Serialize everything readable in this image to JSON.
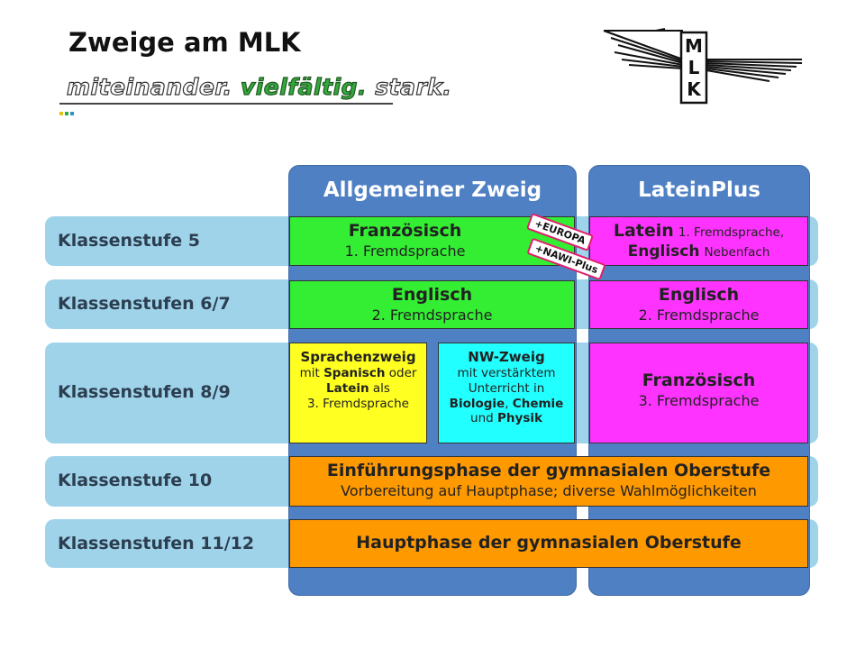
{
  "header": {
    "title": "Zweige am MLK",
    "slogan_1": "miteinander.",
    "slogan_2": "vielfältig.",
    "slogan_3": "stark.",
    "logo_letters": [
      "M",
      "L",
      "K"
    ]
  },
  "columns": {
    "allgemein": "Allgemeiner Zweig",
    "latein": "LateinPlus"
  },
  "rows": {
    "r5": "Klassenstufe 5",
    "r67": "Klassenstufen 6/7",
    "r89": "Klassenstufen 8/9",
    "r10": "Klassenstufe 10",
    "r1112": "Klassenstufen 11/12"
  },
  "cells": {
    "franz5_title": "Französisch",
    "franz5_sub": "1. Fremdsprache",
    "latein5_a": "Latein",
    "latein5_b": "1. Fremdsprache,",
    "latein5_c": "Englisch",
    "latein5_d": "Nebenfach",
    "engl67_title": "Englisch",
    "engl67_sub": "2. Fremdsprache",
    "engl67L_title": "Englisch",
    "engl67L_sub": "2. Fremdsprache",
    "spr_title": "Sprachenzweig",
    "spr_l1a": "mit ",
    "spr_l1b": "Spanisch",
    "spr_l1c": " oder",
    "spr_l2a": "Latein",
    "spr_l2b": " als",
    "spr_l3": "3. Fremdsprache",
    "nw_title": "NW-Zweig",
    "nw_l1": "mit verstärktem",
    "nw_l2": "Unterricht in",
    "nw_l3a": "Biologie",
    "nw_l3b": ", ",
    "nw_l3c": "Chemie",
    "nw_l4a": "und ",
    "nw_l4b": "Physik",
    "franz89_title": "Französisch",
    "franz89_sub": "3. Fremdsprache",
    "ef_title": "Einführungsphase der gymnasialen Oberstufe",
    "ef_sub": "Vorbereitung auf Hauptphase; diverse Wahlmöglichkeiten",
    "hp_title": "Hauptphase der gymnasialen Oberstufe"
  },
  "badges": {
    "europa": "+EUROPA",
    "nawi": "+NAWI-Plus"
  },
  "colors": {
    "row_bg": "#9fd3ea",
    "column_bg": "#4f80c4",
    "green": "#33ee33",
    "magenta": "#ff33ff",
    "yellow": "#ffff22",
    "cyan": "#22ffff",
    "orange": "#ff9900",
    "slogan_green": "#35a83c"
  }
}
